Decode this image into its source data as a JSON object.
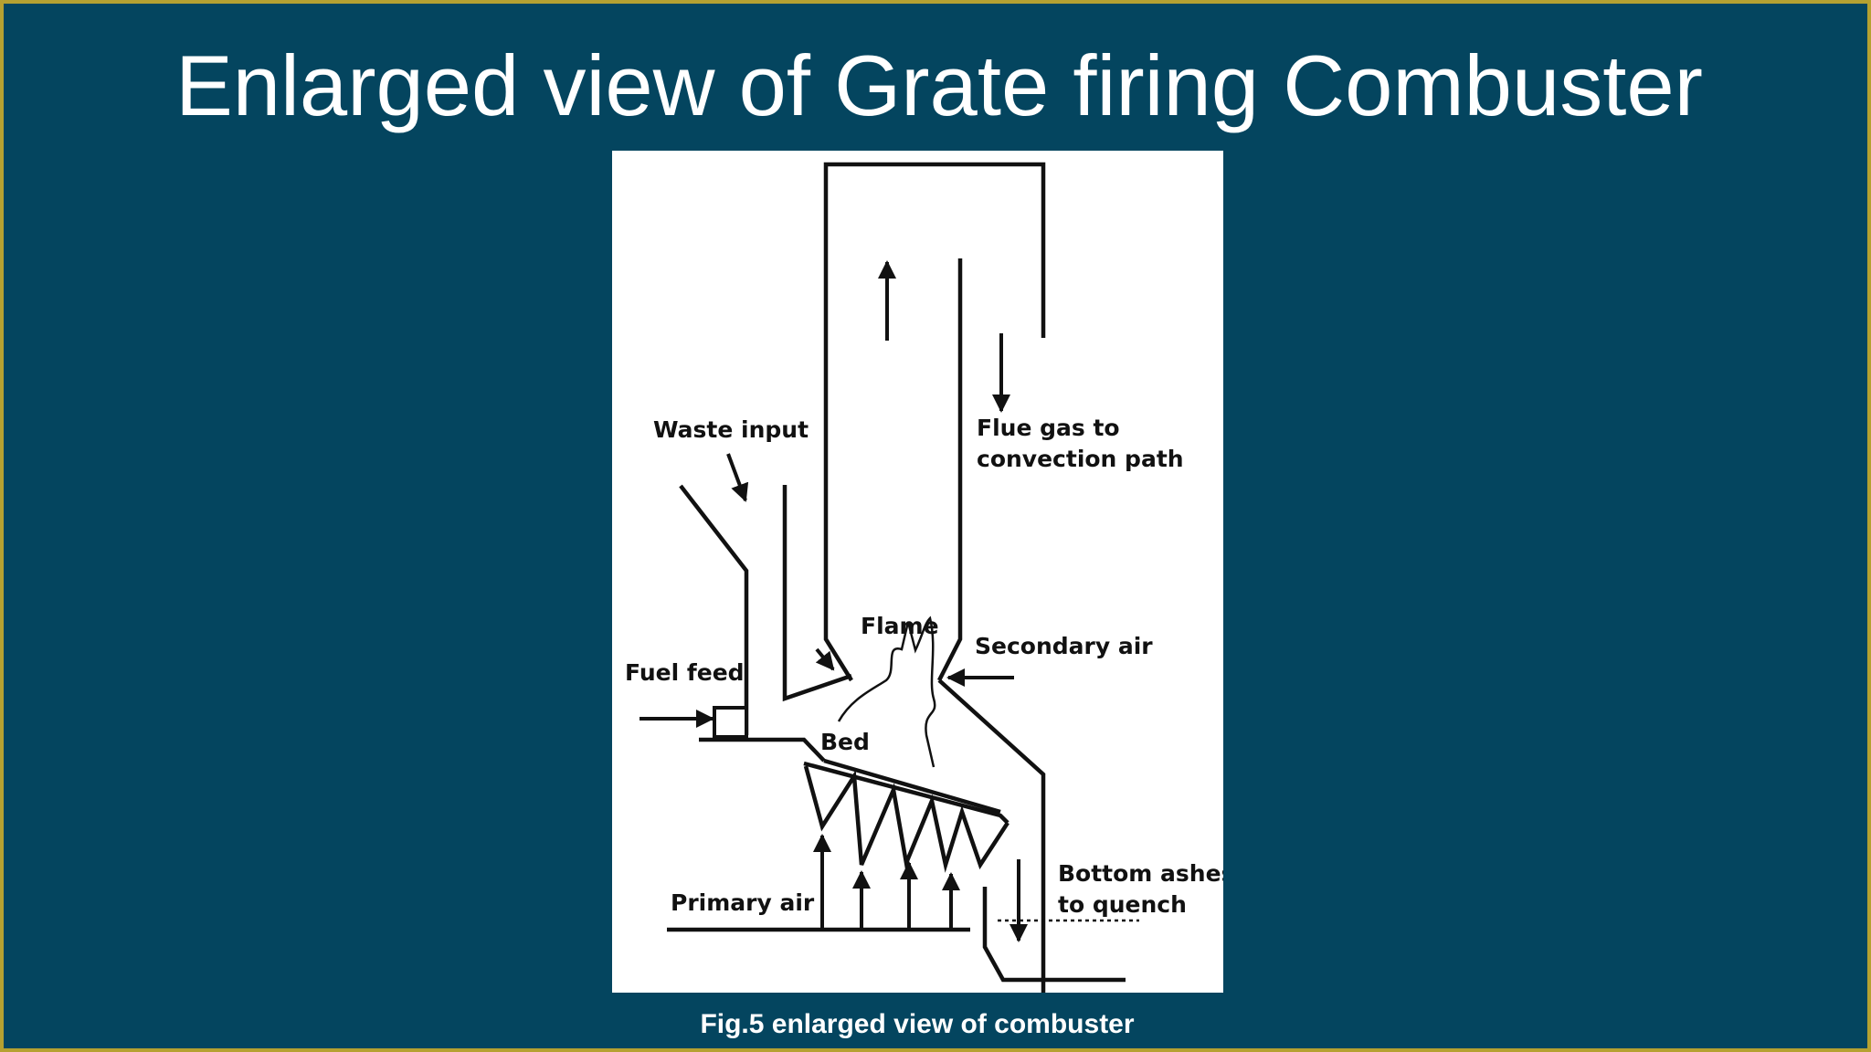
{
  "slide": {
    "title": "Enlarged view of Grate firing Combuster",
    "caption": "Fig.5 enlarged view of combuster",
    "background_color": "#04455f",
    "border_color": "#b5a131"
  },
  "diagram": {
    "labels": {
      "waste_input": "Waste input",
      "flue_gas_line1": "Flue gas to",
      "flue_gas_line2": "convection path",
      "flame": "Flame",
      "secondary_air": "Secondary air",
      "fuel_feed": "Fuel feed",
      "bed": "Bed",
      "primary_air": "Primary air",
      "bottom_ashes_line1": "Bottom ashes",
      "bottom_ashes_line2": "to quench"
    }
  }
}
